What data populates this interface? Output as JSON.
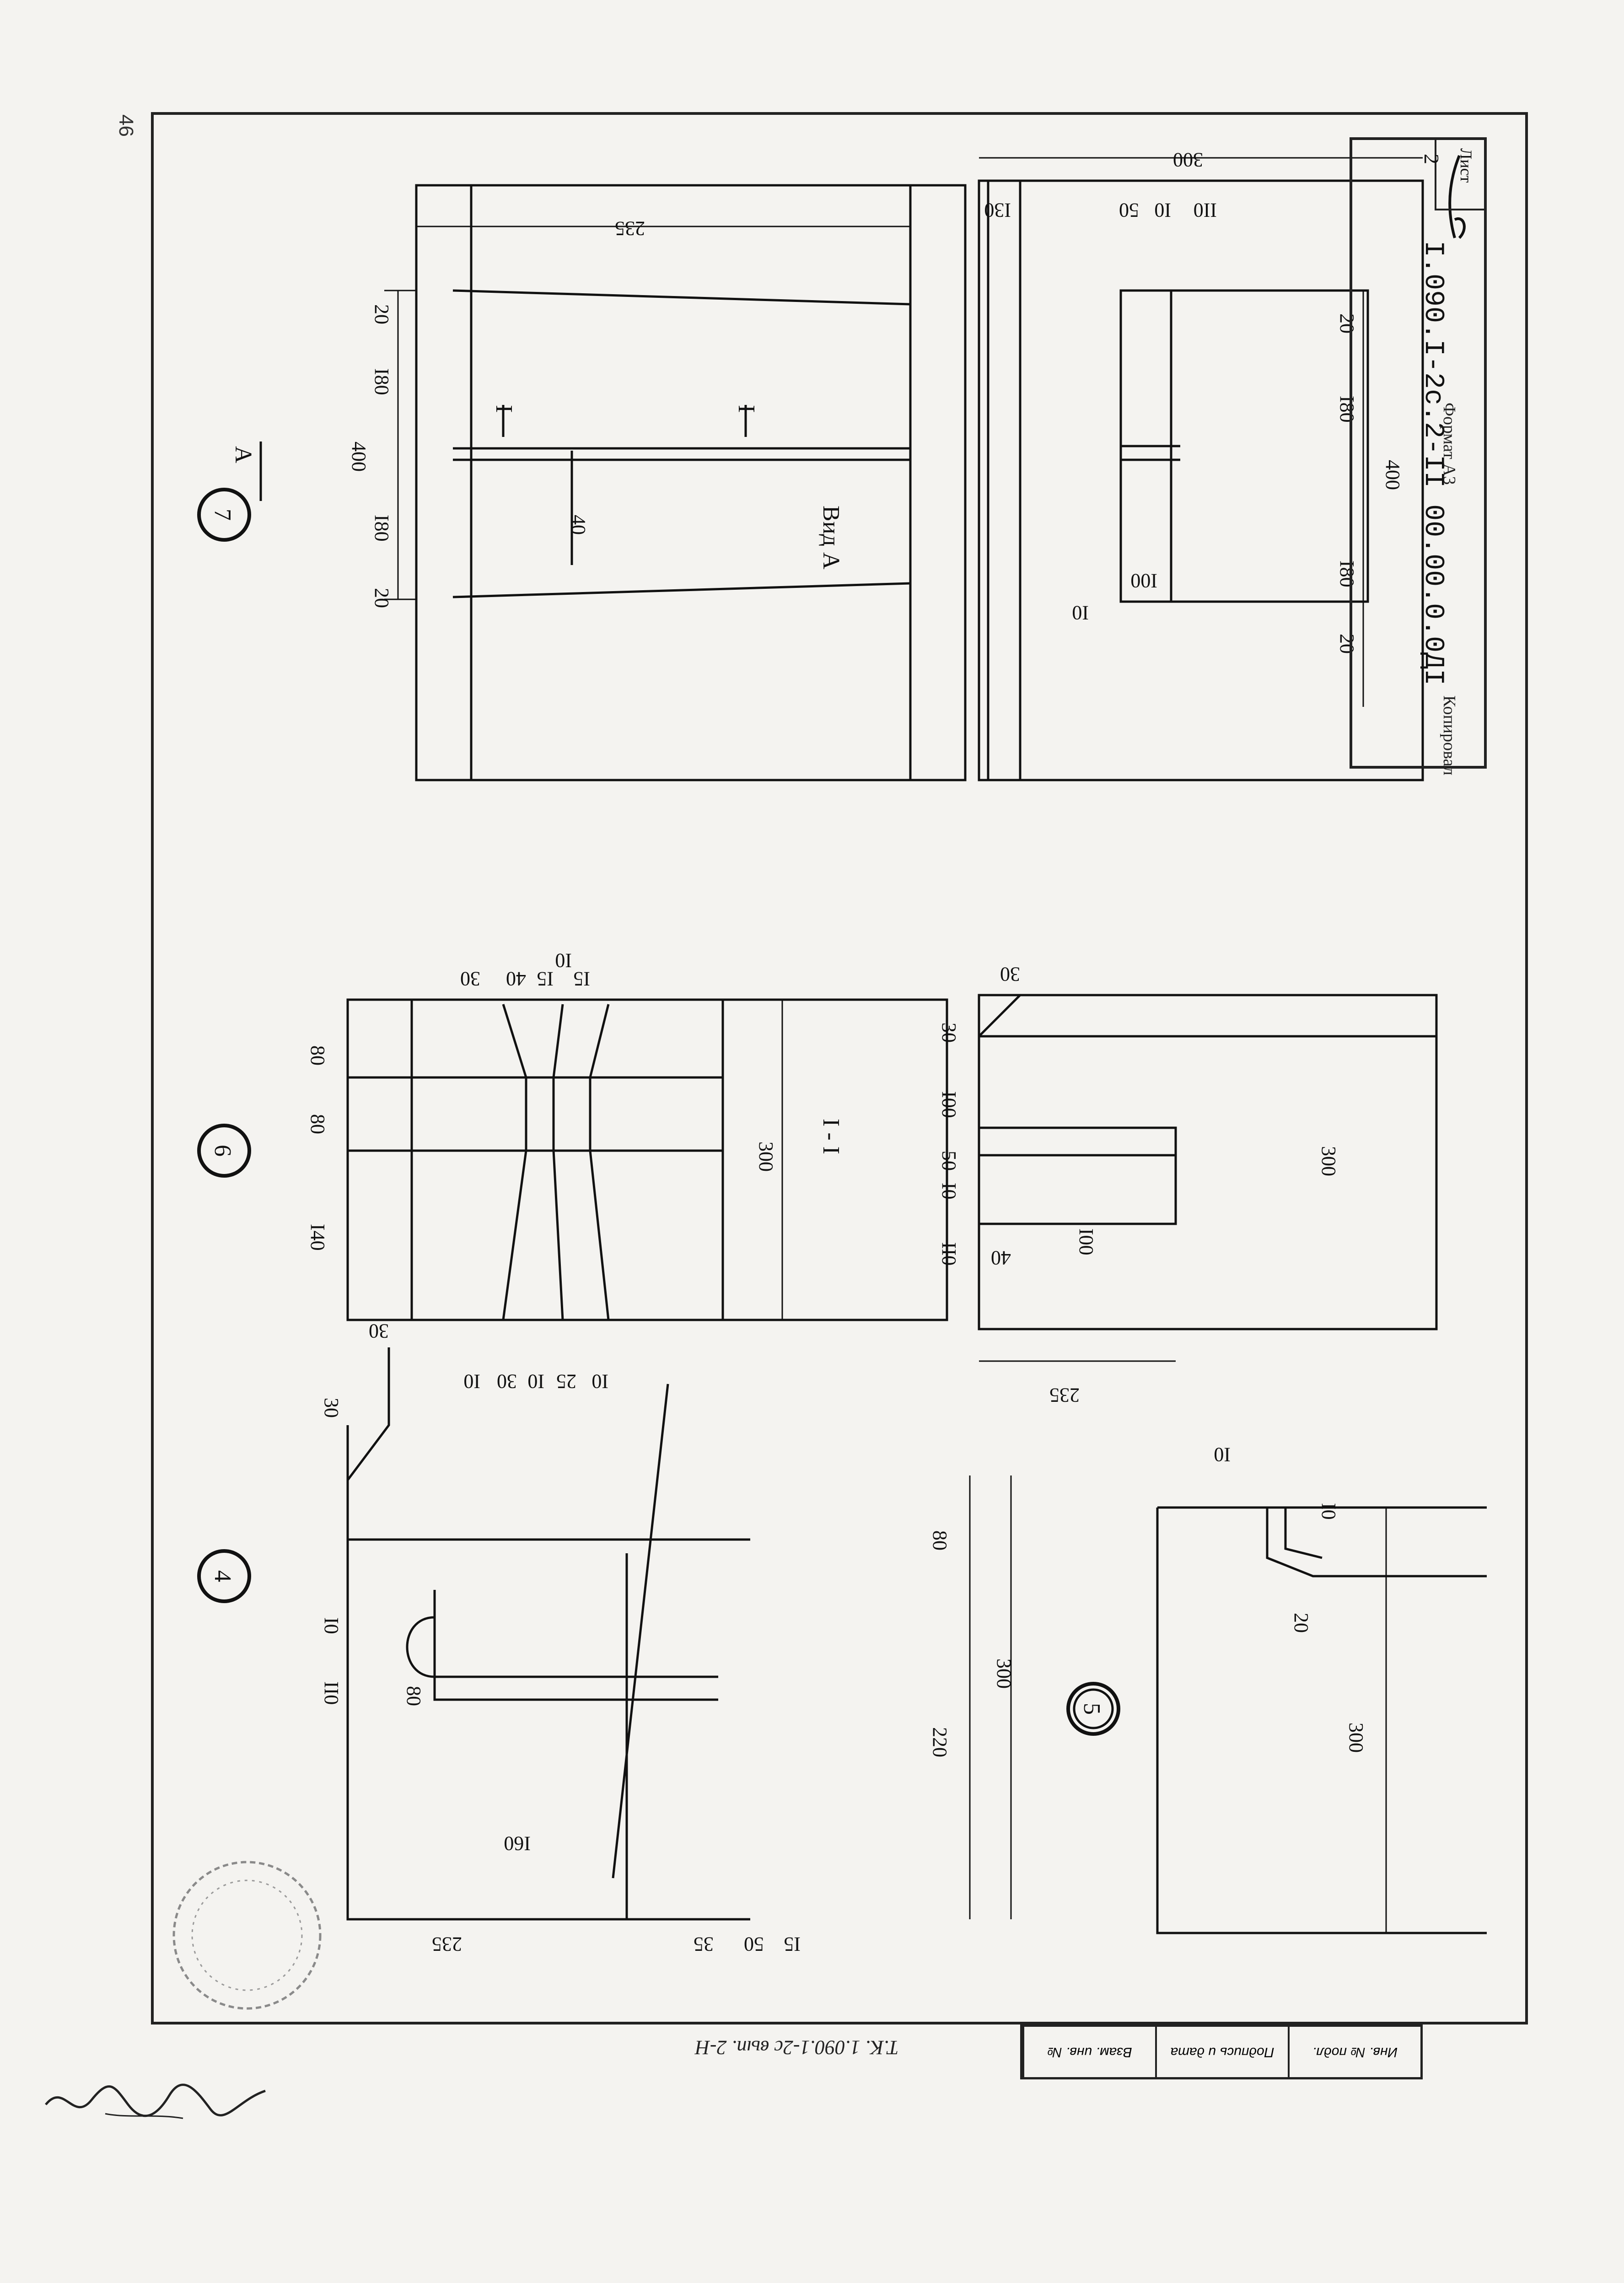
{
  "page_number": "46",
  "title_block": {
    "sheet_label": "Лист",
    "sheet_number": "2",
    "designation": "I.090.I-2с.2-II 00.00.0.0ДI",
    "copied_label": "Копировал",
    "format_label": "Формат А3"
  },
  "stamp_table": {
    "inv_no_orig": "Инв. № подл.",
    "sign_date": "Подпись и дата",
    "replace_inv": "Взам. инв. №"
  },
  "series_text": "Т.К. 1.090.1-2с  вып. 2-Н",
  "nodes": {
    "node4": "4",
    "node5": "5",
    "node6": "6",
    "node7": "7"
  },
  "labels": {
    "section_I_I": "I - I",
    "view_A": "Вид А",
    "view_A_arrow": "А",
    "section_mark": "I"
  },
  "dims": {
    "n7_20a": "20",
    "n7_180a": "I80",
    "n7_400": "400",
    "n7_180b": "I80",
    "n7_20b": "20",
    "n7_40": "40",
    "n7_235": "235",
    "va_300": "300",
    "va_130": "I30",
    "va_50": "50",
    "va_10a": "I0",
    "va_110": "II0",
    "va_20a": "20",
    "va_180a": "I80",
    "va_400": "400",
    "va_180b": "I80",
    "va_20b": "20",
    "va_10b": "I0",
    "va_100": "I00",
    "n6_30t": "30",
    "n6_40t": "40",
    "n6_15a": "I5",
    "n6_10t": "I0",
    "n6_15b": "I5",
    "n6_80a": "80",
    "n6_80b": "80",
    "n6_140": "I40",
    "n6_300": "300",
    "n6_10b": "I0",
    "n6_30b": "30",
    "n6_10c": "I0",
    "n6_25": "25",
    "n6_10d": "I0",
    "s1_30": "30",
    "s1_100": "I00",
    "s1_50": "50",
    "s1_10": "I0",
    "s1_110": "II0",
    "s1_30b": "30",
    "s1_40": "40",
    "s1_100b": "I00",
    "s1_300": "300",
    "s1_235": "235",
    "n4_30a": "30",
    "n4_30b": "30",
    "n4_10": "I0",
    "n4_110": "II0",
    "n4_80": "80",
    "n4_160": "I60",
    "n4_235": "235",
    "n4_80b": "80",
    "n4_220": "220",
    "n4_300": "300",
    "n4_35": "35",
    "n4_50": "50",
    "n4_15": "I5",
    "n5_10a": "I0",
    "n5_10b": "I0",
    "n5_20": "20",
    "n5_300": "300"
  }
}
